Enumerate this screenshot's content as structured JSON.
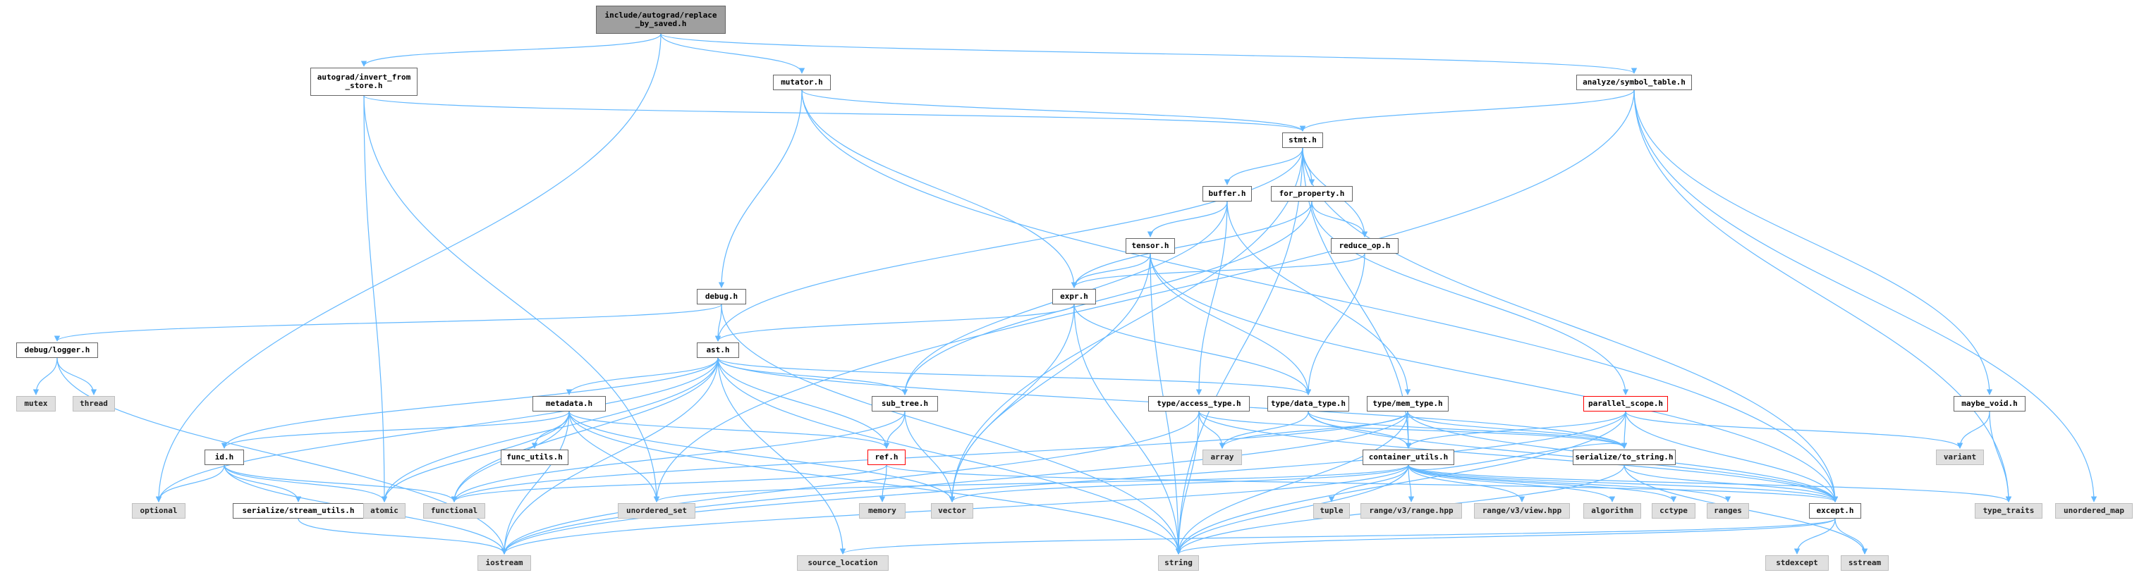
{
  "colors": {
    "edge": "#63b8ff",
    "node_border": "#666666",
    "focus_fill": "#9f9f9f",
    "system_fill": "#e0e0e0",
    "highlight_border": "#ff0000"
  },
  "nodes": [
    {
      "id": "root",
      "label": "include/autograd/replace\n_by_saved.h",
      "kind": "focus"
    },
    {
      "id": "inv",
      "label": "autograd/invert_from\n_store.h",
      "kind": "file"
    },
    {
      "id": "mutator",
      "label": "mutator.h",
      "kind": "file"
    },
    {
      "id": "symtab",
      "label": "analyze/symbol_table.h",
      "kind": "file"
    },
    {
      "id": "stmt",
      "label": "stmt.h",
      "kind": "file"
    },
    {
      "id": "buffer",
      "label": "buffer.h",
      "kind": "file"
    },
    {
      "id": "forprop",
      "label": "for_property.h",
      "kind": "file"
    },
    {
      "id": "tensor",
      "label": "tensor.h",
      "kind": "file"
    },
    {
      "id": "reduce",
      "label": "reduce_op.h",
      "kind": "file"
    },
    {
      "id": "debug",
      "label": "debug.h",
      "kind": "file"
    },
    {
      "id": "expr",
      "label": "expr.h",
      "kind": "file"
    },
    {
      "id": "logger",
      "label": "debug/logger.h",
      "kind": "file"
    },
    {
      "id": "ast",
      "label": "ast.h",
      "kind": "file"
    },
    {
      "id": "mutex",
      "label": "mutex",
      "kind": "system"
    },
    {
      "id": "thread",
      "label": "thread",
      "kind": "system"
    },
    {
      "id": "metadata",
      "label": "metadata.h",
      "kind": "file"
    },
    {
      "id": "subtree",
      "label": "sub_tree.h",
      "kind": "file"
    },
    {
      "id": "access",
      "label": "type/access_type.h",
      "kind": "file"
    },
    {
      "id": "dtype",
      "label": "type/data_type.h",
      "kind": "file"
    },
    {
      "id": "memtype",
      "label": "type/mem_type.h",
      "kind": "file"
    },
    {
      "id": "pscope",
      "label": "parallel_scope.h",
      "kind": "highlight"
    },
    {
      "id": "maybevoid",
      "label": "maybe_void.h",
      "kind": "file"
    },
    {
      "id": "funcutils",
      "label": "func_utils.h",
      "kind": "file"
    },
    {
      "id": "id",
      "label": "id.h",
      "kind": "file"
    },
    {
      "id": "ref",
      "label": "ref.h",
      "kind": "highlight"
    },
    {
      "id": "array",
      "label": "array",
      "kind": "system"
    },
    {
      "id": "container",
      "label": "container_utils.h",
      "kind": "file"
    },
    {
      "id": "tostring",
      "label": "serialize/to_string.h",
      "kind": "file"
    },
    {
      "id": "variant",
      "label": "variant",
      "kind": "system"
    },
    {
      "id": "optional",
      "label": "optional",
      "kind": "system"
    },
    {
      "id": "streamutils",
      "label": "serialize/stream_utils.h",
      "kind": "file"
    },
    {
      "id": "atomic",
      "label": "atomic",
      "kind": "system"
    },
    {
      "id": "functional",
      "label": "functional",
      "kind": "system"
    },
    {
      "id": "unordered_set",
      "label": "unordered_set",
      "kind": "system"
    },
    {
      "id": "memory",
      "label": "memory",
      "kind": "system"
    },
    {
      "id": "vector",
      "label": "vector",
      "kind": "system"
    },
    {
      "id": "tuple",
      "label": "tuple",
      "kind": "system"
    },
    {
      "id": "rangehpp",
      "label": "range/v3/range.hpp",
      "kind": "system"
    },
    {
      "id": "viewhpp",
      "label": "range/v3/view.hpp",
      "kind": "system"
    },
    {
      "id": "algorithm",
      "label": "algorithm",
      "kind": "system"
    },
    {
      "id": "cctype",
      "label": "cctype",
      "kind": "system"
    },
    {
      "id": "ranges",
      "label": "ranges",
      "kind": "system"
    },
    {
      "id": "except",
      "label": "except.h",
      "kind": "file"
    },
    {
      "id": "typetraits",
      "label": "type_traits",
      "kind": "system"
    },
    {
      "id": "unordered_map",
      "label": "unordered_map",
      "kind": "system"
    },
    {
      "id": "iostream",
      "label": "iostream",
      "kind": "system"
    },
    {
      "id": "srcloc",
      "label": "source_location",
      "kind": "system"
    },
    {
      "id": "string",
      "label": "string",
      "kind": "system"
    },
    {
      "id": "stdexcept",
      "label": "stdexcept",
      "kind": "system"
    },
    {
      "id": "sstream",
      "label": "sstream",
      "kind": "system"
    }
  ],
  "edges": [
    [
      "root",
      "inv"
    ],
    [
      "root",
      "mutator"
    ],
    [
      "root",
      "symtab"
    ],
    [
      "root",
      "optional"
    ],
    [
      "inv",
      "stmt"
    ],
    [
      "inv",
      "atomic"
    ],
    [
      "inv",
      "unordered_set"
    ],
    [
      "mutator",
      "stmt"
    ],
    [
      "mutator",
      "debug"
    ],
    [
      "mutator",
      "expr"
    ],
    [
      "mutator",
      "except"
    ],
    [
      "symtab",
      "stmt"
    ],
    [
      "symtab",
      "maybevoid"
    ],
    [
      "symtab",
      "unordered_map"
    ],
    [
      "symtab",
      "unordered_set"
    ],
    [
      "symtab",
      "typetraits"
    ],
    [
      "stmt",
      "buffer"
    ],
    [
      "stmt",
      "forprop"
    ],
    [
      "stmt",
      "reduce"
    ],
    [
      "stmt",
      "ast"
    ],
    [
      "stmt",
      "container"
    ],
    [
      "stmt",
      "except"
    ],
    [
      "stmt",
      "string"
    ],
    [
      "stmt",
      "vector"
    ],
    [
      "buffer",
      "tensor"
    ],
    [
      "buffer",
      "access"
    ],
    [
      "buffer",
      "memtype"
    ],
    [
      "buffer",
      "subtree"
    ],
    [
      "forprop",
      "reduce"
    ],
    [
      "forprop",
      "pscope"
    ],
    [
      "forprop",
      "expr"
    ],
    [
      "forprop",
      "subtree"
    ],
    [
      "tensor",
      "expr"
    ],
    [
      "tensor",
      "dtype"
    ],
    [
      "tensor",
      "except"
    ],
    [
      "tensor",
      "vector"
    ],
    [
      "tensor",
      "string"
    ],
    [
      "reduce",
      "expr"
    ],
    [
      "reduce",
      "dtype"
    ],
    [
      "debug",
      "ast"
    ],
    [
      "debug",
      "logger"
    ],
    [
      "debug",
      "string"
    ],
    [
      "expr",
      "ast"
    ],
    [
      "expr",
      "dtype"
    ],
    [
      "expr",
      "string"
    ],
    [
      "expr",
      "vector"
    ],
    [
      "logger",
      "mutex"
    ],
    [
      "logger",
      "thread"
    ],
    [
      "logger",
      "iostream"
    ],
    [
      "ast",
      "metadata"
    ],
    [
      "ast",
      "subtree"
    ],
    [
      "ast",
      "dtype"
    ],
    [
      "ast",
      "ref"
    ],
    [
      "ast",
      "id"
    ],
    [
      "ast",
      "tostring"
    ],
    [
      "ast",
      "atomic"
    ],
    [
      "ast",
      "functional"
    ],
    [
      "ast",
      "optional"
    ],
    [
      "ast",
      "string"
    ],
    [
      "ast",
      "iostream"
    ],
    [
      "ast",
      "srcloc"
    ],
    [
      "metadata",
      "funcutils"
    ],
    [
      "metadata",
      "id"
    ],
    [
      "metadata",
      "ref"
    ],
    [
      "metadata",
      "atomic"
    ],
    [
      "metadata",
      "functional"
    ],
    [
      "metadata",
      "unordered_set"
    ],
    [
      "metadata",
      "vector"
    ],
    [
      "metadata",
      "iostream"
    ],
    [
      "metadata",
      "string"
    ],
    [
      "subtree",
      "ref"
    ],
    [
      "subtree",
      "vector"
    ],
    [
      "subtree",
      "functional"
    ],
    [
      "access",
      "array"
    ],
    [
      "access",
      "tostring"
    ],
    [
      "access",
      "except"
    ],
    [
      "access",
      "string"
    ],
    [
      "access",
      "iostream"
    ],
    [
      "dtype",
      "array"
    ],
    [
      "dtype",
      "tostring"
    ],
    [
      "dtype",
      "except"
    ],
    [
      "dtype",
      "container"
    ],
    [
      "memtype",
      "array"
    ],
    [
      "memtype",
      "tostring"
    ],
    [
      "memtype",
      "except"
    ],
    [
      "memtype",
      "container"
    ],
    [
      "memtype",
      "string"
    ],
    [
      "memtype",
      "iostream"
    ],
    [
      "memtype",
      "functional"
    ],
    [
      "pscope",
      "container"
    ],
    [
      "pscope",
      "tostring"
    ],
    [
      "pscope",
      "except"
    ],
    [
      "pscope",
      "variant"
    ],
    [
      "pscope",
      "string"
    ],
    [
      "pscope",
      "iostream"
    ],
    [
      "maybevoid",
      "typetraits"
    ],
    [
      "maybevoid",
      "variant"
    ],
    [
      "id",
      "atomic"
    ],
    [
      "id",
      "optional"
    ],
    [
      "id",
      "streamutils"
    ],
    [
      "id",
      "iostream"
    ],
    [
      "id",
      "functional"
    ],
    [
      "ref",
      "memory"
    ],
    [
      "ref",
      "functional"
    ],
    [
      "ref",
      "except"
    ],
    [
      "container",
      "tuple"
    ],
    [
      "container",
      "rangehpp"
    ],
    [
      "container",
      "viewhpp"
    ],
    [
      "container",
      "algorithm"
    ],
    [
      "container",
      "cctype"
    ],
    [
      "container",
      "ranges"
    ],
    [
      "container",
      "except"
    ],
    [
      "container",
      "unordered_set"
    ],
    [
      "container",
      "vector"
    ],
    [
      "container",
      "string"
    ],
    [
      "container",
      "iostream"
    ],
    [
      "container",
      "typetraits"
    ],
    [
      "container",
      "tostring"
    ],
    [
      "tostring",
      "except"
    ],
    [
      "tostring",
      "sstream"
    ],
    [
      "tostring",
      "string"
    ],
    [
      "streamutils",
      "iostream"
    ],
    [
      "except",
      "stdexcept"
    ],
    [
      "except",
      "sstream"
    ],
    [
      "except",
      "string"
    ],
    [
      "except",
      "srcloc"
    ]
  ]
}
